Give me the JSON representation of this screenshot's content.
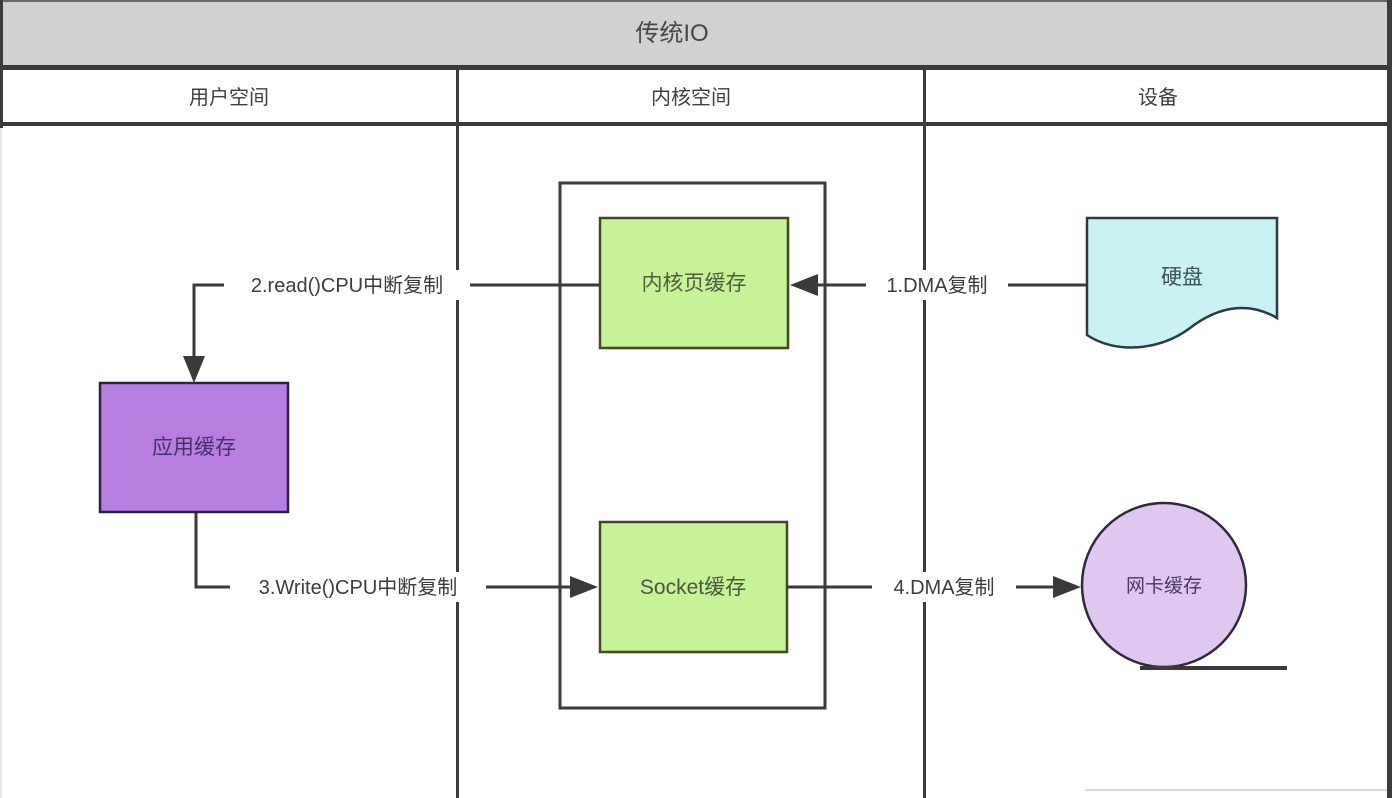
{
  "title": "传统IO",
  "lanes": {
    "user": "用户空间",
    "kernel": "内核空间",
    "device": "设备"
  },
  "nodes": {
    "kernel_page_cache": "内核页缓存",
    "socket_buffer": "Socket缓存",
    "app_buffer": "应用缓存",
    "hard_disk": "硬盘",
    "nic_buffer": "网卡缓存"
  },
  "flows": {
    "dma_copy_1": "1.DMA复制",
    "read_cpu_copy_2": "2.read()CPU中断复制",
    "write_cpu_copy_3": "3.Write()CPU中断复制",
    "dma_copy_4": "4.DMA复制"
  },
  "colors": {
    "title_bar_bg": "#d1d1d1",
    "line_dark": "#3a3a3a",
    "green_fill": "#c6f29a",
    "purple_fill": "#b77ee0",
    "cyan_fill": "#c9f2f5",
    "lavender_fill": "#dfc7f0"
  }
}
